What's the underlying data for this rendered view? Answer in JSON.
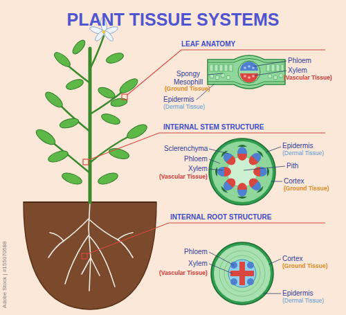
{
  "diagram": {
    "title": "PLANT TISSUE SYSTEMS",
    "labels": [
      "LEAF ANATOMY",
      "Phloem",
      "Xylem",
      "(Vascular Tissue)",
      "Spongy Mesophill",
      "(Ground Tissue)",
      "Epidermis",
      "(Dermal Tissue)",
      "INTERNAL STEM STRUCTURE",
      "Sclerenchyma",
      "Epidermis",
      "(Dermal Tissue)",
      "Phloem",
      "Xylem",
      "(Vascular Tissue)",
      "Pith",
      "Cortex",
      "(Ground Tissue)",
      "INTERNAL ROOT STRUCTURE",
      "Phloem",
      "Cortex",
      "(Ground Tissue)",
      "Xylem",
      "(Vascular Tissue)",
      "Epidermis",
      "(Dermal Tissue)",
      "Adobe Stock | #155070588"
    ]
  }
}
